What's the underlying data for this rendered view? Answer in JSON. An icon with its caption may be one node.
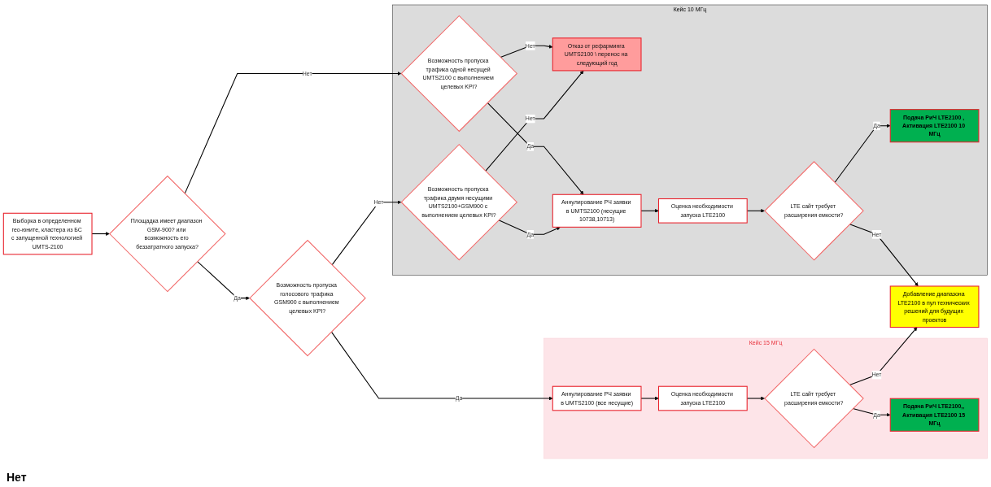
{
  "diagram": {
    "nodes": [
      {
        "text": [
          "Выборка в определенном гео-юните, кластера из БС с запущенной технологией UMTS-2100"
        ]
      },
      {
        "text": [
          "Площадка имеет диапазон GSM-900? или возможность его беззатратного запуска?"
        ]
      },
      {
        "text": [
          "Возможность пропуска голосового трафика GSM900 с выполнением целевых KPI?"
        ]
      },
      {
        "text": [
          "Кейс 10 МГц"
        ]
      },
      {
        "text": [
          "Отказ от рефарминга UMTS2100 \\ перенос на следующий год"
        ],
        "in": 3
      },
      {
        "text": [
          "Возможность пропуска трафика одной несущей UMTS2100 с выполнением целевых KPI?"
        ],
        "in": 3
      },
      {
        "text": [
          "Возможность пропуска трафика двумя несущими UMTS2100+GSM900 с выполнением целевых KPI?"
        ],
        "in": 3
      },
      {
        "text": [
          "Аннулирование РЧ заявки в UMTS2100 (несущие 10738,10713)"
        ],
        "in": 3
      },
      {
        "text": [
          "Подача РиЧ LTE2100 , Активация LTE2100 10 МГц"
        ],
        "in": 3
      },
      {
        "text": [
          "Оценка необходимости запуска LTE2100"
        ],
        "in": 3
      },
      {
        "text": [
          "LTE сайт требует расширения емкости?"
        ],
        "in": 3
      },
      {
        "text": [
          "Кейс 15 МГц"
        ]
      },
      {
        "text": [
          "Аннулирование РЧ заявки в UMTS2100 (все несущие)"
        ],
        "in": 11
      },
      {
        "text": [
          "Подача РиЧ LTE2100,, Активация LTE2100 15 МГц"
        ],
        "in": 11
      },
      {
        "text": [
          "Оценка необходимости запуска LTE2100"
        ],
        "in": 11
      },
      {
        "text": [
          "LTE сайт требует расширения емкости?"
        ],
        "in": 11
      },
      {
        "text": [
          "Добавление диапазона LTE2100 в пул технических решений для будущих проектов"
        ]
      }
    ],
    "edges": [
      {
        "from": 0,
        "to": 1,
        "arrow": "to"
      },
      {
        "from": 1,
        "to": 2,
        "arrow": "to",
        "label": "Да"
      },
      {
        "from": 1,
        "to": 5,
        "arrow": "to",
        "label": "Нет"
      },
      {
        "from": 2,
        "to": 12,
        "arrow": "to",
        "label": "Да"
      },
      {
        "from": 2,
        "to": 6,
        "arrow": "to",
        "label": "Нет"
      },
      {
        "from": 5,
        "to": 4,
        "arrow": "to",
        "label": "Нет"
      },
      {
        "from": 6,
        "to": 4,
        "arrow": "to",
        "label": "Нет"
      },
      {
        "from": 5,
        "to": 7,
        "arrow": "to",
        "label": "Да"
      },
      {
        "from": 6,
        "to": 7,
        "arrow": "to",
        "label": "Да"
      },
      {
        "from": 7,
        "to": 9,
        "arrow": "to"
      },
      {
        "from": 9,
        "to": 10,
        "arrow": "to"
      },
      {
        "from": 10,
        "to": 8,
        "arrow": "to",
        "label": "Да"
      },
      {
        "from": 10,
        "to": 16,
        "arrow": "to",
        "label": "Нет"
      },
      {
        "from": 12,
        "to": 14,
        "arrow": "to"
      },
      {
        "from": 14,
        "to": 15,
        "arrow": "to"
      },
      {
        "from": 15,
        "to": 13,
        "arrow": "to",
        "label": "Да"
      },
      {
        "from": 15,
        "to": 16,
        "arrow": "to",
        "label": "Нет"
      }
    ],
    "labels": [
      "Нет"
    ]
  }
}
